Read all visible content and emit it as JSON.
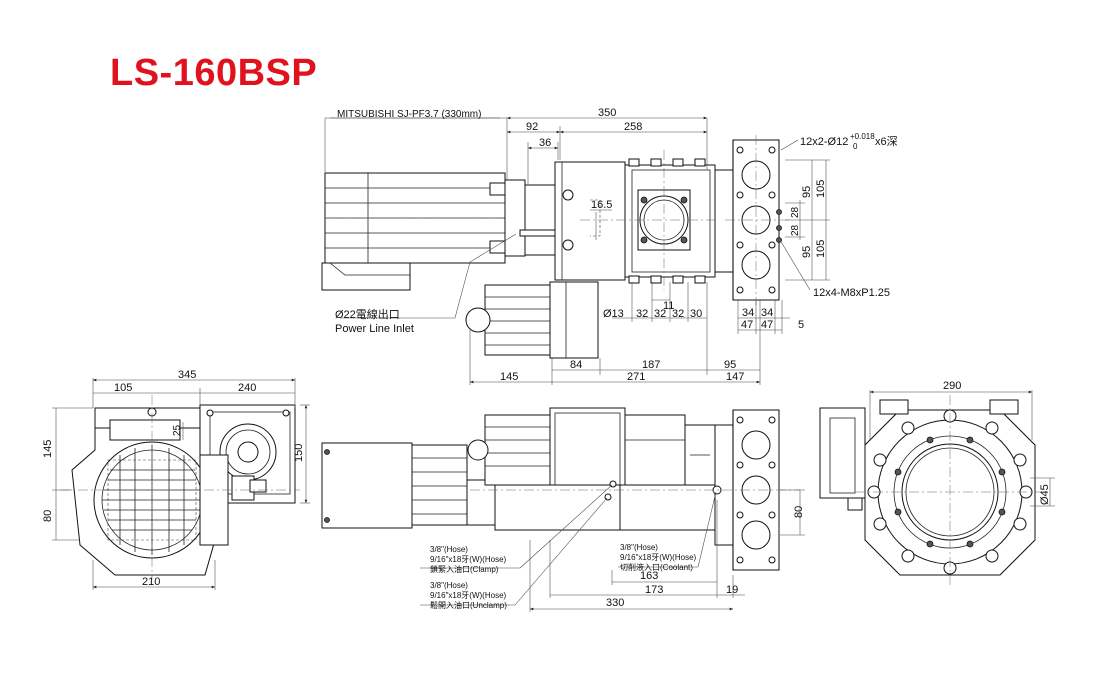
{
  "title": "LS-160BSP",
  "colors": {
    "title": "#e0121e",
    "line": "#111111",
    "dimension": "#444444"
  },
  "top_view": {
    "motor_label": "MITSUBISHI SJ-PF3.7 (330mm)",
    "dims": {
      "d350": "350",
      "d92": "92",
      "d258": "258",
      "d36": "36",
      "d16_5": "16.5",
      "d11": "11",
      "d13": "Ø13",
      "d32a": "32",
      "d32b": "32",
      "d32c": "32",
      "d30": "30",
      "d34a": "34",
      "d34b": "34",
      "d47a": "47",
      "d47b": "47",
      "d5": "5",
      "d145": "145",
      "d84": "84",
      "d187": "187",
      "d95b": "95",
      "d271": "271",
      "d147": "147",
      "d95v1": "95",
      "d105v1": "105",
      "d28a": "28",
      "d28b": "28",
      "d95v2": "95",
      "d105v2": "105"
    },
    "bore_note": "12x2-Ø12",
    "bore_tol_upper": "+0.018",
    "bore_tol_lower": "0",
    "bore_depth": "x6深",
    "tap_note": "12x4-M8xP1.25",
    "inlet_cn": "Ø22電線出口",
    "inlet_en": "Power Line Inlet"
  },
  "left_view": {
    "dims": {
      "d345": "345",
      "d105": "105",
      "d240": "240",
      "d145": "145",
      "d80": "80",
      "d25": "25",
      "d150": "150",
      "d210": "210"
    }
  },
  "side_view": {
    "dims": {
      "d163": "163",
      "d173": "173",
      "d19": "19",
      "d330": "330",
      "d80": "80"
    },
    "clamp_lines": [
      "3/8\"(Hose)",
      "9/16\"x18牙(W)(Hose)",
      "鎖緊入油口(Clamp)"
    ],
    "unclamp_lines": [
      "3/8\"(Hose)",
      "9/16\"x18牙(W)(Hose)",
      "鬆開入油口(Unclamp)"
    ],
    "coolant_lines": [
      "3/8\"(Hose)",
      "9/16\"x18牙(W)(Hose)",
      "切削液入口(Coolant)"
    ]
  },
  "right_view": {
    "dims": {
      "d290": "290",
      "d45": "Ø45"
    }
  }
}
